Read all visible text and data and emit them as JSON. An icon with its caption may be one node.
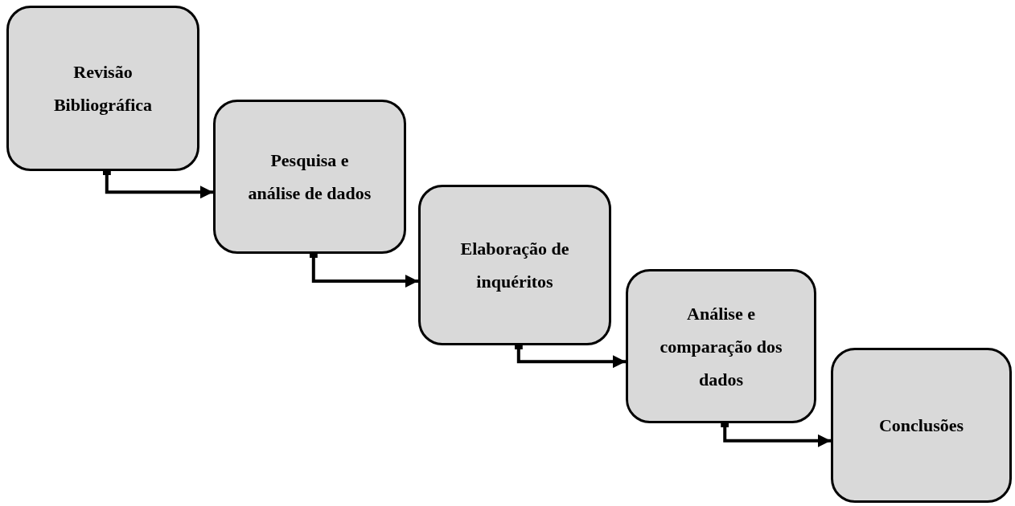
{
  "diagram": {
    "nodes": [
      {
        "text": [
          "Revisão Bibliográfica"
        ]
      },
      {
        "text": [
          "Pesquisa e análise de dados"
        ]
      },
      {
        "text": [
          "Elaboração de inquéritos"
        ]
      },
      {
        "text": [
          "Análise e comparação dos dados"
        ]
      },
      {
        "text": [
          "Conclusões"
        ]
      }
    ],
    "edges": [
      {
        "from": 0,
        "to": 1,
        "arrow": "to"
      },
      {
        "from": 1,
        "to": 2,
        "arrow": "to"
      },
      {
        "from": 2,
        "to": 3,
        "arrow": "to"
      },
      {
        "from": 3,
        "to": 4,
        "arrow": "to"
      }
    ]
  }
}
